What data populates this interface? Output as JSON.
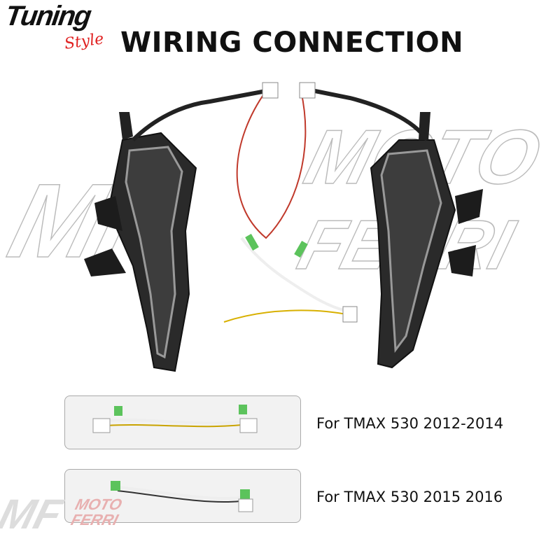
{
  "header": {
    "logo_main": "Tuning",
    "logo_sub": "Style",
    "title": "WIRING CONNECTION"
  },
  "watermark": {
    "line1": "MOTO",
    "line2": "FERRI",
    "initials": "MF"
  },
  "variants": [
    {
      "label": "For TMAX 530 2012-2014"
    },
    {
      "label": "For TMAX 530 2015 2016"
    }
  ]
}
